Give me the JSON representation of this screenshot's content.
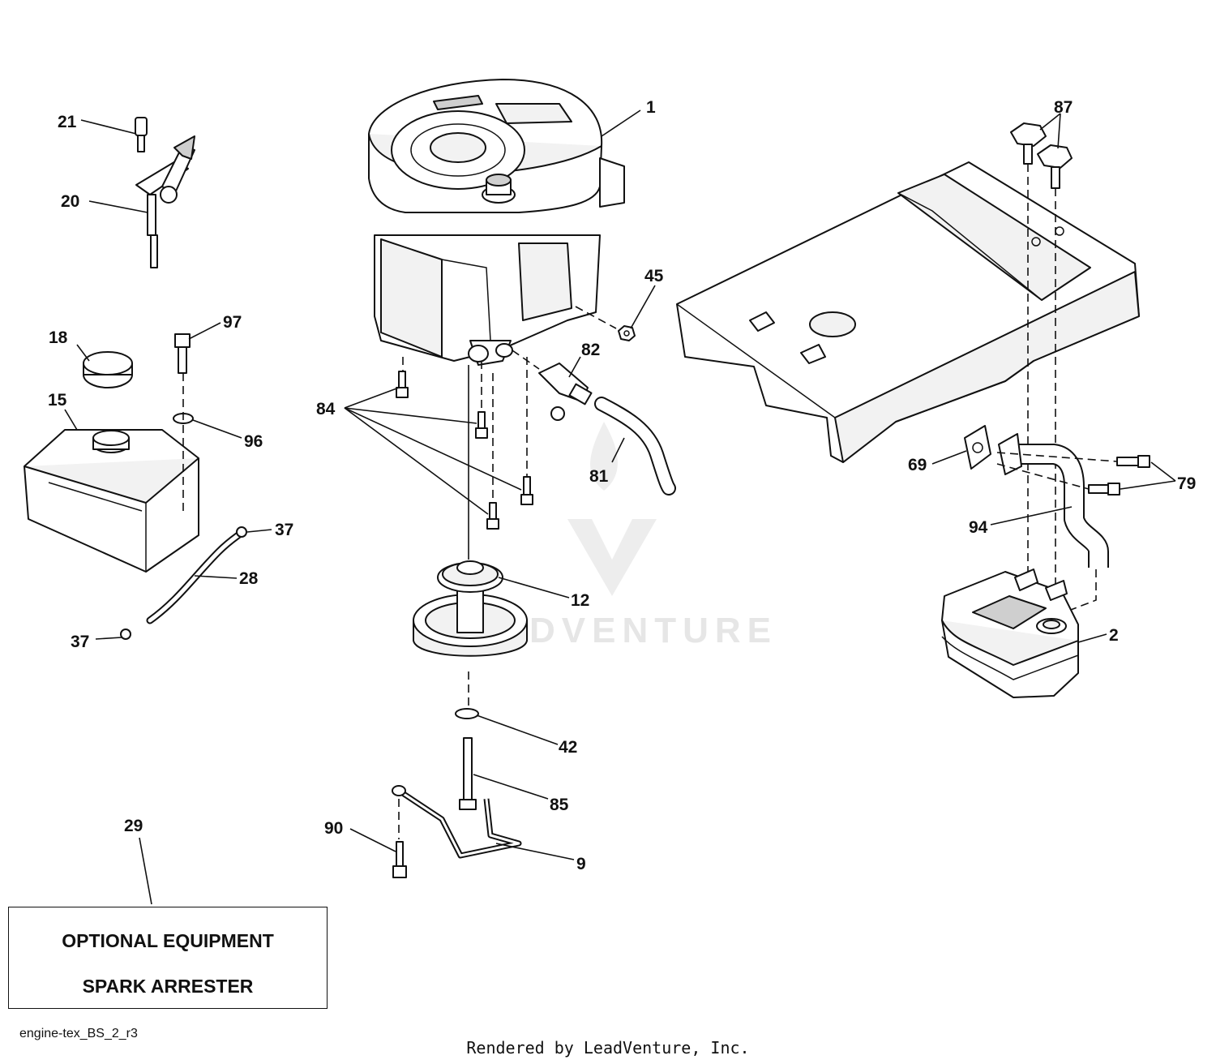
{
  "callouts": [
    {
      "id": "p1",
      "label": "1"
    },
    {
      "id": "p2",
      "label": "2"
    },
    {
      "id": "p9",
      "label": "9"
    },
    {
      "id": "p12",
      "label": "12"
    },
    {
      "id": "p15",
      "label": "15"
    },
    {
      "id": "p18",
      "label": "18"
    },
    {
      "id": "p20",
      "label": "20"
    },
    {
      "id": "p21",
      "label": "21"
    },
    {
      "id": "p28",
      "label": "28"
    },
    {
      "id": "p29",
      "label": "29"
    },
    {
      "id": "p37a",
      "label": "37"
    },
    {
      "id": "p37b",
      "label": "37"
    },
    {
      "id": "p42",
      "label": "42"
    },
    {
      "id": "p45",
      "label": "45"
    },
    {
      "id": "p69",
      "label": "69"
    },
    {
      "id": "p79",
      "label": "79"
    },
    {
      "id": "p81",
      "label": "81"
    },
    {
      "id": "p82",
      "label": "82"
    },
    {
      "id": "p84",
      "label": "84"
    },
    {
      "id": "p85",
      "label": "85"
    },
    {
      "id": "p87",
      "label": "87"
    },
    {
      "id": "p90",
      "label": "90"
    },
    {
      "id": "p94",
      "label": "94"
    },
    {
      "id": "p96",
      "label": "96"
    },
    {
      "id": "p97",
      "label": "97"
    }
  ],
  "note_box": {
    "line1": "OPTIONAL EQUIPMENT",
    "line2": "SPARK ARRESTER"
  },
  "diagram_code": "engine-tex_BS_2_r3",
  "rendered_by": "Rendered by LeadVenture, Inc.",
  "watermark": "LEADVENTURE"
}
